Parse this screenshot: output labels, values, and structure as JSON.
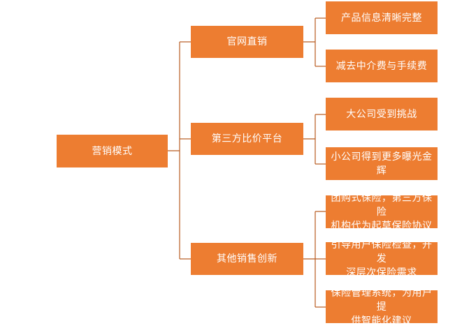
{
  "root": {
    "label": "营销模式"
  },
  "branches": [
    {
      "label": "官网直销",
      "children": [
        "产品信息清晰完整",
        "减去中介费与手续费"
      ]
    },
    {
      "label": "第三方比价平台",
      "children": [
        "大公司受到挑战",
        "小公司得到更多曝光金辉"
      ]
    },
    {
      "label": "其他销售创新",
      "children": [
        "团购式保险，第三方保险\n机构代为起草保险协议",
        "引导用户保险检查，开发\n深层次保险需求",
        "保险管理系统，为用户提\n供智能化建议"
      ]
    }
  ],
  "colors": {
    "node_fill": "#ed7d31",
    "node_text": "#ffffff",
    "connector": "#b85a1f"
  }
}
